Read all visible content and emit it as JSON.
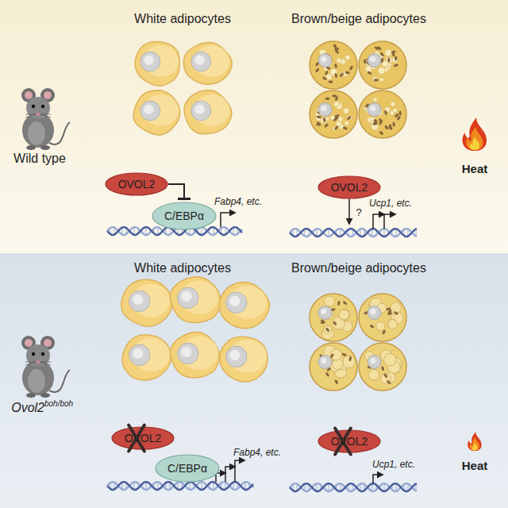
{
  "diagram": {
    "nodes": [
      {
        "text": [
          "OVOL2"
        ]
      },
      {
        "text": [
          "C/EBPα"
        ]
      },
      {
        "text": [
          "OVOL2"
        ]
      },
      {
        "text": [
          "OVOL2"
        ]
      },
      {
        "text": [
          "C/EBPα"
        ]
      },
      {
        "text": [
          "OVOL2"
        ]
      }
    ],
    "edges": [
      {
        "from": 0,
        "to": 1,
        "arrow": "to"
      }
    ],
    "labels": [
      "White adipocytes",
      "Brown/beige adipocytes",
      "Wild type",
      "Heat",
      "Fabp4, etc.",
      "?",
      "Ucp1, etc.",
      "White adipocytes",
      "Brown/beige adipocytes",
      "Ovol2",
      "boh/boh",
      "Heat",
      "Fabp4, etc.",
      "Ucp1, etc."
    ]
  }
}
